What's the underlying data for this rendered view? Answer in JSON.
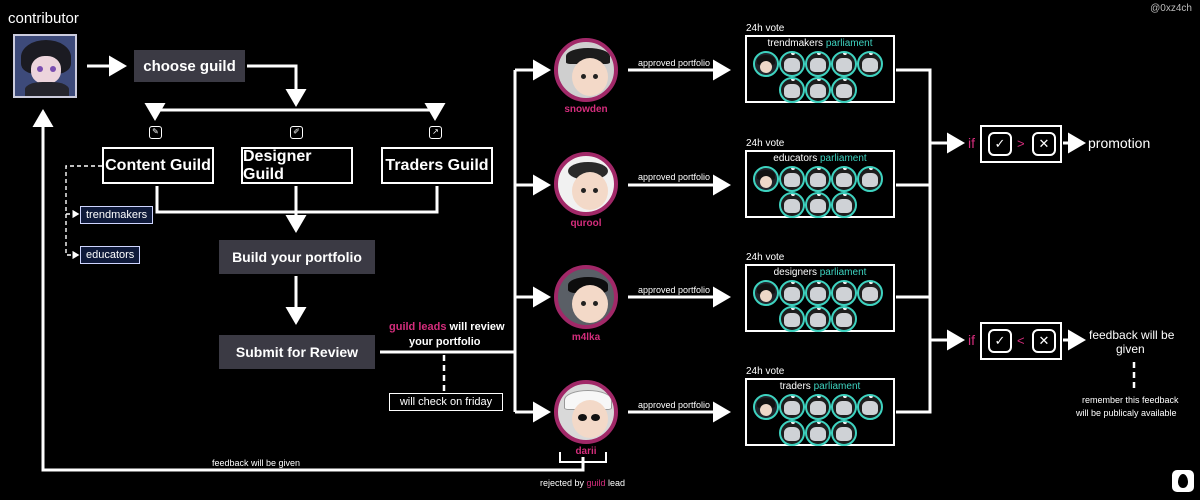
{
  "watermark": "@0xz4ch",
  "contributor": {
    "label": "contributor"
  },
  "choose_guild": "choose guild",
  "guilds": [
    {
      "label": "Content Guild"
    },
    {
      "label": "Designer Guild"
    },
    {
      "label": "Traders Guild"
    }
  ],
  "content_subguilds": [
    "trendmakers",
    "educators"
  ],
  "build_portfolio": "Build your portfolio",
  "submit_review": "Submit for Review",
  "review_note": {
    "highlight": "guild leads",
    "rest_line1": " will review",
    "line2": "your portfolio"
  },
  "friday_note": "will check on friday",
  "feedback_loop": "feedback will be given",
  "leads": [
    {
      "name": "snowden"
    },
    {
      "name": "qurool"
    },
    {
      "name": "m4lka"
    },
    {
      "name": "darii"
    }
  ],
  "approved_label": "approved portfolio",
  "rejected": {
    "prefix": "rejected by ",
    "highlight": "guild",
    "suffix": " lead"
  },
  "vote_label": "24h vote",
  "parliaments": [
    {
      "group": "trendmakers",
      "suffix": "parliament"
    },
    {
      "group": "educators",
      "suffix": "parliament"
    },
    {
      "group": "designers",
      "suffix": "parliament"
    },
    {
      "group": "traders",
      "suffix": "parliament"
    }
  ],
  "outcomes": {
    "if_label": "if",
    "approve": {
      "operator": ">",
      "result": "promotion"
    },
    "reject": {
      "operator": "<",
      "result_line1": "feedback will be",
      "result_line2": "given"
    },
    "note_line1": "remember this feedback",
    "note_line2": "will be publicaly available"
  },
  "colors": {
    "accent_pink": "#d42d7c",
    "accent_teal": "#3ed3c0",
    "box_dark": "#3b3a44",
    "avatar_ring": "#a12868"
  }
}
